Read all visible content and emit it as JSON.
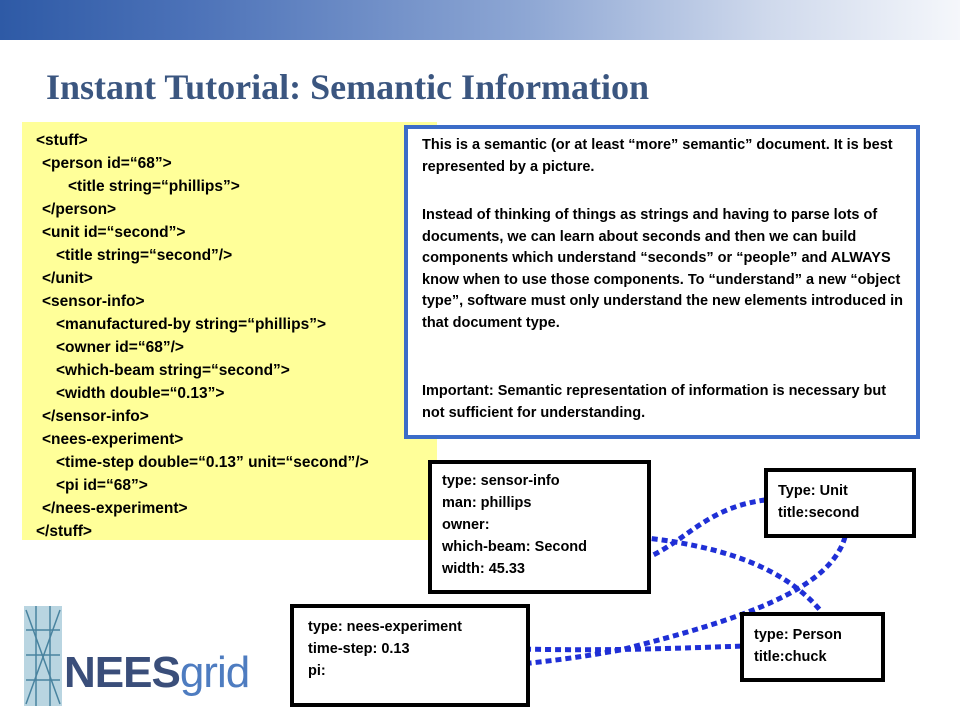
{
  "slide": {
    "title": "Instant Tutorial: Semantic Information"
  },
  "xml_lines": [
    "<stuff>",
    "<person id=“68”>",
    "<title string=“phillips”>",
    "</person>",
    "<unit id=“second”>",
    "<title string=“second”/>",
    "</unit>",
    "<sensor-info>",
    "<manufactured-by string=“phillips”>",
    "<owner id=“68”/>",
    "<which-beam string=“second”>",
    "<width double=“0.13”>",
    "</sensor-info>",
    "<nees-experiment>",
    "<time-step double=“0.13” unit=“second”/>",
    "<pi id=“68”>",
    "</nees-experiment>",
    "</stuff>"
  ],
  "explanation": {
    "p1": "This is a semantic (or at least “more” semantic” document.  It is best represented by a picture.",
    "p2": "Instead of thinking of things as strings and having to parse lots of documents, we can learn about seconds and then we can build components which understand “seconds” or “people” and ALWAYS know when to use those components.  To “understand” a new  “object type”, software must only understand the new elements introduced in that document type.",
    "p3": "Important: Semantic representation of information  is necessary but not sufficient for understanding."
  },
  "nodes": {
    "sensor_info": [
      "type: sensor-info",
      "man: phillips",
      "owner:",
      "which-beam: Second",
      "width: 45.33"
    ],
    "unit": [
      "Type: Unit",
      "title:second"
    ],
    "experiment": [
      "type: nees-experiment",
      "time-step: 0.13",
      "pi:"
    ],
    "person": [
      "type: Person",
      "title:chuck"
    ]
  },
  "colors": {
    "title": "#3b5680",
    "xml_background": "#ffff99",
    "explain_border": "#3b6cc8",
    "link": "#1f2fd6"
  },
  "logo": {
    "text_a": "NEES",
    "text_b": "grid"
  }
}
